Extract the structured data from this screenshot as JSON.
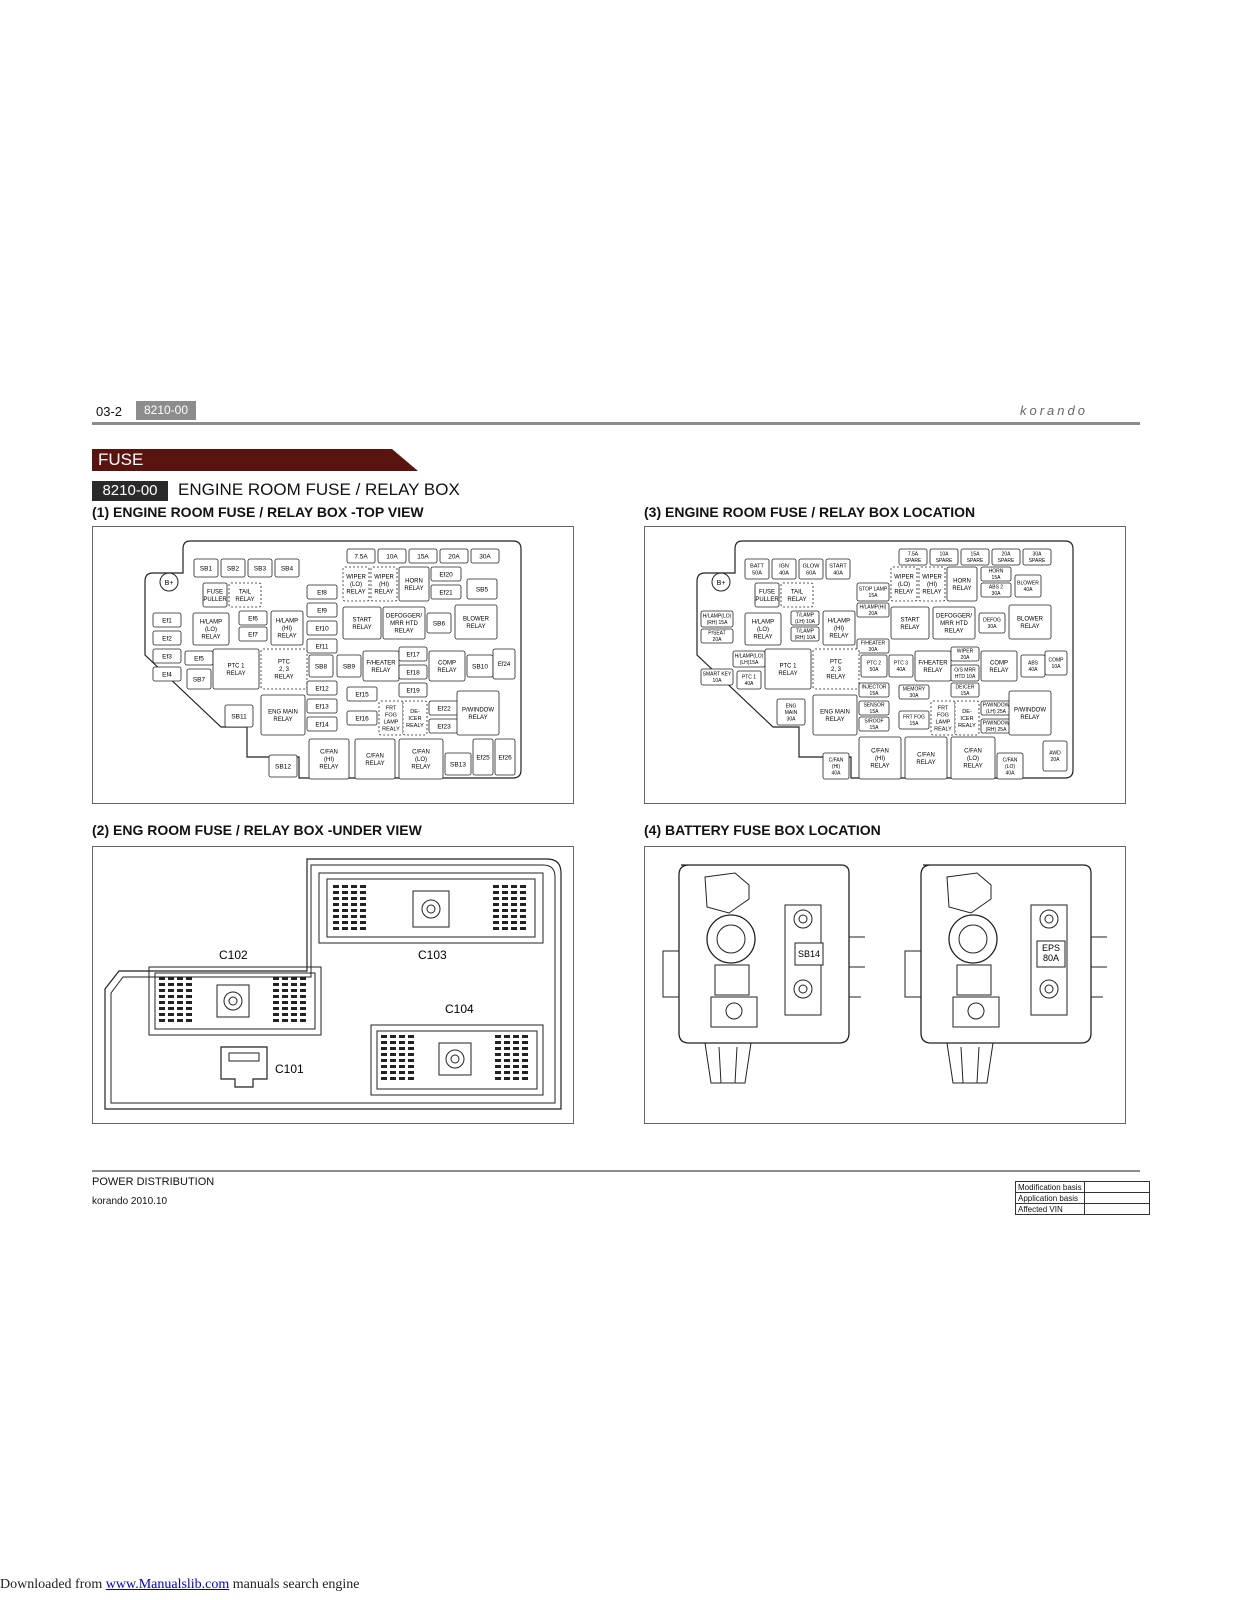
{
  "header": {
    "page_number": "03-2",
    "code_tab": "8210-00",
    "brand": "korando"
  },
  "section": {
    "banner": "FUSE",
    "code": "8210-00",
    "title": "ENGINE ROOM FUSE / RELAY BOX"
  },
  "panels": {
    "p1": {
      "title": "(1) ENGINE ROOM FUSE / RELAY BOX -TOP VIEW",
      "labels": {
        "bplus": "B+",
        "sb1": "SB1",
        "sb2": "SB2",
        "sb3": "SB3",
        "sb4": "SB4",
        "a75": "7.5A",
        "a10": "10A",
        "a15": "15A",
        "a20": "20A",
        "a30": "30A",
        "fuse_puller": "FUSE\nPULLER",
        "tail_relay": "TAIL\nRELAY",
        "ef1": "Ef1",
        "ef2": "Ef2",
        "ef3": "Ef3",
        "ef4": "Ef4",
        "ef5": "Ef5",
        "ef6": "Ef6",
        "ef7": "Ef7",
        "ef8": "Ef8",
        "ef9": "Ef9",
        "ef10": "Ef10",
        "ef11": "Ef11",
        "ef12": "Ef12",
        "ef13": "Ef13",
        "ef14": "Ef14",
        "ef15": "Ef15",
        "ef16": "Ef16",
        "ef17": "Ef17",
        "ef18": "Ef18",
        "ef19": "Ef19",
        "ef20": "Ef20",
        "ef21": "Ef21",
        "ef22": "Ef22",
        "ef23": "Ef23",
        "ef24": "Ef24",
        "ef25": "Ef25",
        "ef26": "Ef26",
        "hlamp_lo": "H/LAMP\n(LO)\nRELAY",
        "hlamp_hi": "H/LAMP\n(HI)\nRELAY",
        "wiper_lo": "WIPER\n(LO)\nRELAY",
        "wiper_hi": "WIPER\n(HI)\nRELAY",
        "horn": "HORN\nRELAY",
        "sb5": "SB5",
        "start": "START\nRELAY",
        "defogger": "DEFOGGER/\nMRR HTD\nRELAY",
        "sb6": "SB6",
        "blower": "BLOWER\nRELAY",
        "ptc1": "PTC 1\nRELAY",
        "ptc23": "PTC\n2, 3\nRELAY",
        "sb7": "SB7",
        "sb8": "SB8",
        "sb9": "SB9",
        "fheater": "F/HEATER\nRELAY",
        "comp": "COMP\nRELAY",
        "sb10": "SB10",
        "sb11": "SB11",
        "eng_main": "ENG MAIN\nRELAY",
        "frt_fog": "FRT\nFOG\nLAMP\nREALY",
        "deicer": "DE-\nICER\nREALY",
        "pwindow": "P/WINDOW\nRELAY",
        "sb12": "SB12",
        "cfan_hi": "C/FAN\n(HI)\nRELAY",
        "cfan": "C/FAN\nRELAY",
        "cfan_lo": "C/FAN\n(LO)\nRELAY",
        "sb13": "SB13"
      }
    },
    "p2": {
      "title": "(2) ENG ROOM FUSE / RELAY BOX -UNDER VIEW",
      "labels": {
        "c101": "C101",
        "c102": "C102",
        "c103": "C103",
        "c104": "C104"
      }
    },
    "p3": {
      "title": "(3) ENGINE ROOM FUSE / RELAY BOX LOCATION",
      "labels": {
        "bplus": "B+",
        "batt": "BATT\n50A",
        "ign": "IGN\n40A",
        "glow": "GLOW\n60A",
        "start40": "START\n40A",
        "sp75": "7.5A\nSPARE",
        "sp10": "10A\nSPARE",
        "sp15": "15A\nSPARE",
        "sp20": "20A\nSPARE",
        "sp30": "30A\nSPARE",
        "fuse_puller": "FUSE\nPULLER",
        "tail_relay": "TAIL\nRELAY",
        "stop_lamp": "STOP LAMP\n15A",
        "wiper_lo": "WIPER\n(LO)\nRELAY",
        "wiper_hi": "WIPER\n(HI)\nRELAY",
        "horn_relay": "HORN\nRELAY",
        "horn15": "HORN\n15A",
        "abs2": "ABS 2\n30A",
        "blower40": "BLOWER\n40A",
        "hlamp_lo_rh": "H/LAMP(LO)\n(RH) 15A",
        "pseat": "P/SEAT\n20A",
        "hlamp_lo_relay": "H/LAMP\n(LO)\nRELAY",
        "tlamp_lh": "T/LAMP\n(LH) 10A",
        "tlamp_rh": "T/LAMP\n(RH) 10A",
        "hlamp_hi20": "H/LAMP(HI)\n20A",
        "hlamp_hi_relay": "H/LAMP\n(HI)\nRELAY",
        "start_relay": "START\nRELAY",
        "defogger": "DEFOGGER/\nMRR HTD\nRELAY",
        "defog30": "DEFOG\n30A",
        "blower_relay": "BLOWER\nRELAY",
        "fheater30": "F/HEATER\n30A",
        "hlamp_lo_lh": "H/LAMP(LO)\n(LH)15A",
        "smart_key": "SMART KEY\n10A",
        "ptc1_40": "PTC 1\n40A",
        "ptc1_relay": "PTC 1\nRELAY",
        "ptc23_relay": "PTC\n2, 3\nRELAY",
        "ptc2_50": "PTC 2\n50A",
        "ptc3_40": "PTC 3\n40A",
        "fheater_relay": "F/HEATER\nRELAY",
        "wiper20": "WIPER\n20A",
        "osmrr": "O/S MRR\nHTD 10A",
        "comp_relay": "COMP\nRELAY",
        "abs40": "ABS\n40A",
        "comp10": "COMP\n10A",
        "injector": "INJECTOR\n15A",
        "memory": "MEMORY\n30A",
        "deicer15": "DEICER\n15A",
        "eng_main30": "ENG\nMAIN\n30A",
        "eng_main_relay": "ENG MAIN\nRELAY",
        "sensor": "SENSOR\n15A",
        "frt_fog15": "FRT FOG\n15A",
        "sroof": "S/ROOF\n15A",
        "frt_fog_relay": "FRT\nFOG\nLAMP\nREALY",
        "deicer_relay": "DE-\nICER\nREALY",
        "pw_lh": "P/WINDOW\n(LH) 25A",
        "pw_rh": "P/WINDOW\n(RH) 25A",
        "pw_relay": "P/WINDOW\nRELAY",
        "cfan_hi40": "C/FAN\n(HI)\n40A",
        "cfan_hi_relay": "C/FAN\n(HI)\nRELAY",
        "cfan_relay": "C/FAN\nRELAY",
        "cfan_lo_relay": "C/FAN\n(LO)\nRELAY",
        "cfan_lo40": "C/FAN\n(LO)\n40A",
        "awd20": "AWD\n20A"
      }
    },
    "p4": {
      "title": "(4) BATTERY FUSE BOX LOCATION",
      "labels": {
        "sb14": "SB14",
        "eps": "EPS\n80A"
      }
    }
  },
  "footer": {
    "left": "POWER DISTRIBUTION",
    "date": "korando 2010.10",
    "table": [
      "Modification basis",
      "Application basis",
      "Affected VIN"
    ]
  },
  "download": {
    "prefix": "Downloaded from ",
    "link": "www.Manualslib.com",
    "suffix": " manuals search engine"
  }
}
